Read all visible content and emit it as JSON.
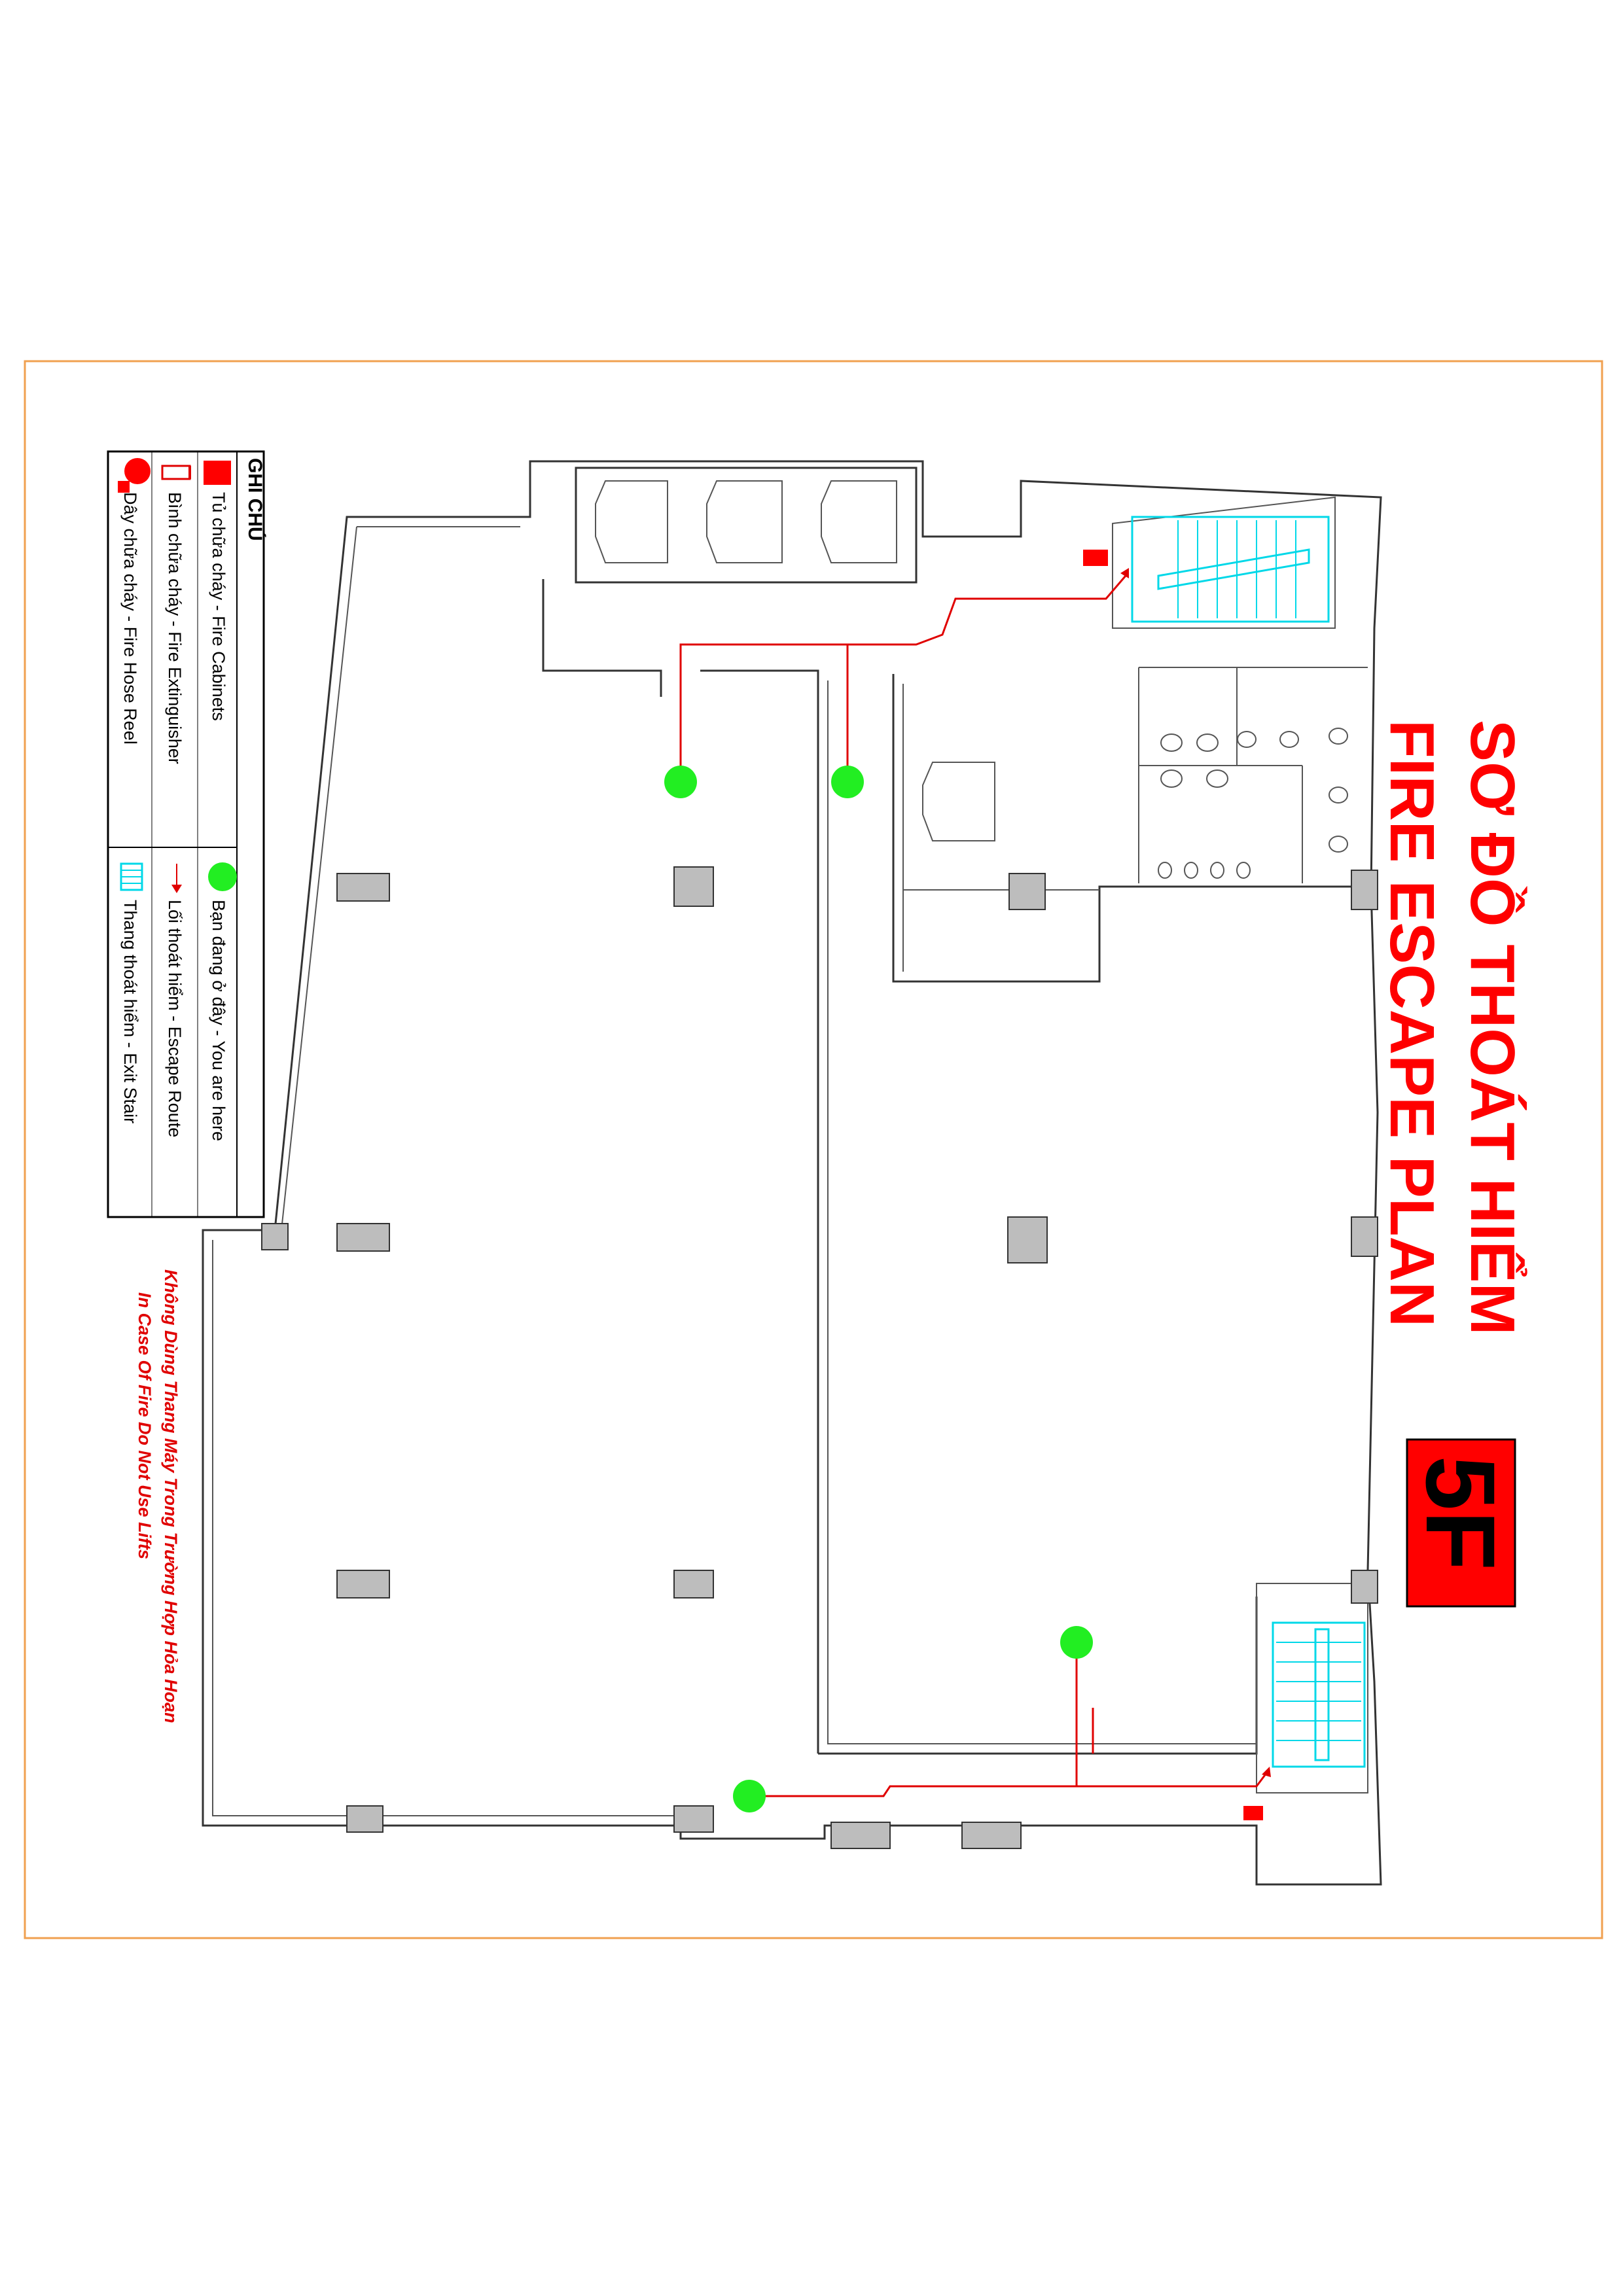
{
  "title": {
    "vi": "SƠ ĐỒ THOÁT HIỂM",
    "en": "FIRE ESCAPE PLAN"
  },
  "floor": "5F",
  "legend": {
    "heading": "GHI CHÚ",
    "items": {
      "fire_cabinet": "Tủ chữa cháy - Fire Cabinets",
      "fire_extinguisher": "Bình chữa cháy - Fire Extinguisher",
      "fire_hose_reel": "Dây chữa cháy - Fire Hose Reel",
      "you_are_here": "Bạn đang ở đây - You are here",
      "escape_route": "Lối thoát hiểm - Escape Route",
      "exit_stair": "Thang thoát hiểm - Exit Stair"
    }
  },
  "warning": {
    "vi": "Không Dùng Thang Máy Trong Trường Hợp Hỏa Hoạn",
    "en": "In Case Of Fire Do Not Use Lifts"
  },
  "colors": {
    "frame": "#f0a050",
    "title": "#ff0000",
    "floor_badge": "#ff0000",
    "you_are_here": "#22ee22",
    "escape_route": "#e00000",
    "exit_stair": "#00d8e8"
  },
  "icons": {
    "you_are_here": "green-circle-icon",
    "fire_cabinet": "fire-cabinet-icon",
    "fire_extinguisher": "fire-extinguisher-icon",
    "fire_hose_reel": "fire-hose-reel-icon",
    "exit_stair": "exit-stair-icon"
  }
}
